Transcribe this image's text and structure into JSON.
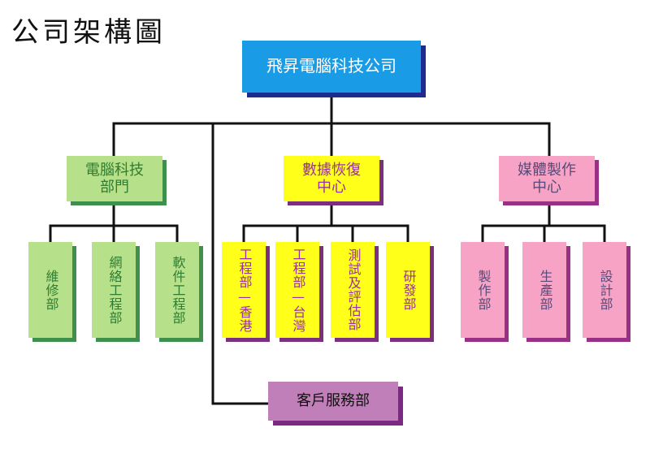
{
  "title": "公司架構圖",
  "company": "飛昇電腦科技公司",
  "departments": [
    {
      "label": "電腦科技\n部門",
      "units": [
        "維修部",
        "網絡工程部",
        "軟件工程部"
      ]
    },
    {
      "label": "數據恢復\n中心",
      "units": [
        "工程部—香港",
        "工程部—台灣",
        "測試及評估部",
        "研發部"
      ]
    },
    {
      "label": "媒體製作\n中心",
      "units": [
        "製作部",
        "生產部",
        "設計部"
      ]
    }
  ],
  "service_dept": "客戶服務部",
  "colors": {
    "root": "#1a9be6",
    "computer_dept": "#b6e08a",
    "recovery_dept": "#ffff1a",
    "media_dept": "#f6a3c6",
    "service_dept": "#c07fb8",
    "connector": "#111111"
  }
}
